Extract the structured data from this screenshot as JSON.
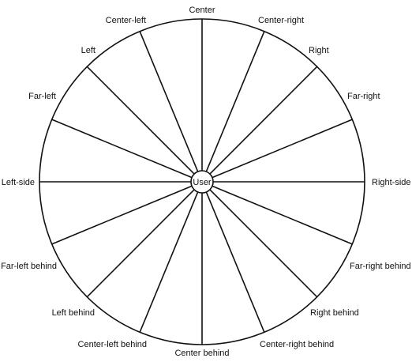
{
  "diagram": {
    "center_label": "User",
    "colors": {
      "stroke": "#111111",
      "background": "#ffffff",
      "text": "#111111"
    },
    "directions": [
      {
        "label": "Center"
      },
      {
        "label": "Center-right"
      },
      {
        "label": "Right"
      },
      {
        "label": "Far-right"
      },
      {
        "label": "Right-side"
      },
      {
        "label": "Far-right behind"
      },
      {
        "label": "Right behind"
      },
      {
        "label": "Center-right behind"
      },
      {
        "label": "Center behind"
      },
      {
        "label": "Center-left behind"
      },
      {
        "label": "Left behind"
      },
      {
        "label": "Far-left behind"
      },
      {
        "label": "Left-side"
      },
      {
        "label": "Far-left"
      },
      {
        "label": "Left"
      },
      {
        "label": "Center-left"
      }
    ]
  }
}
